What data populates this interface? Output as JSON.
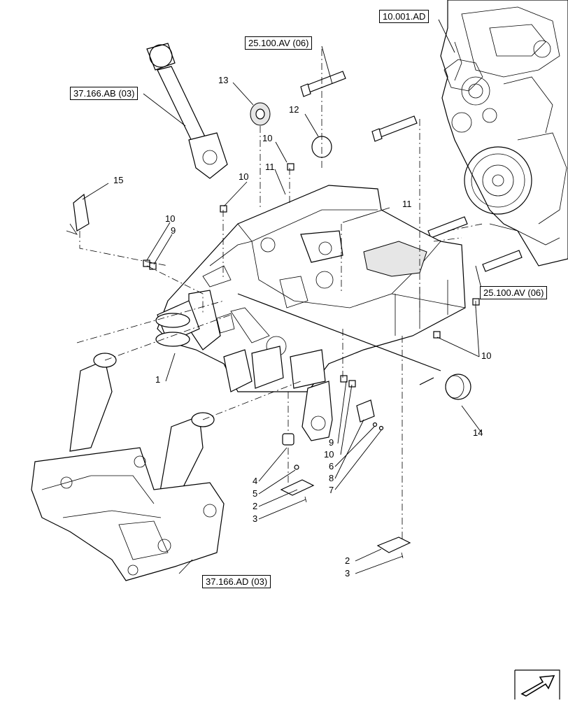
{
  "references": {
    "engine": "10.001.AD",
    "bolt_top": "25.100.AV (06)",
    "bolt_right": "25.100.AV (06)",
    "driveshaft": "37.166.AB (03)",
    "axle": "37.166.AD (03)"
  },
  "callouts": {
    "c1": "1",
    "c2a": "2",
    "c3a": "3",
    "c2b": "2",
    "c3b": "3",
    "c4": "4",
    "c5": "5",
    "c6": "6",
    "c7": "7",
    "c8": "8",
    "c9a": "9",
    "c10a": "10",
    "c9b": "9",
    "c10b": "10",
    "c10c": "10",
    "c10d": "10",
    "c10e": "10",
    "c11a": "11",
    "c11b": "11",
    "c12": "12",
    "c13": "13",
    "c14": "14",
    "c15": "15"
  },
  "icons": {
    "corner": "arrow-icon"
  }
}
